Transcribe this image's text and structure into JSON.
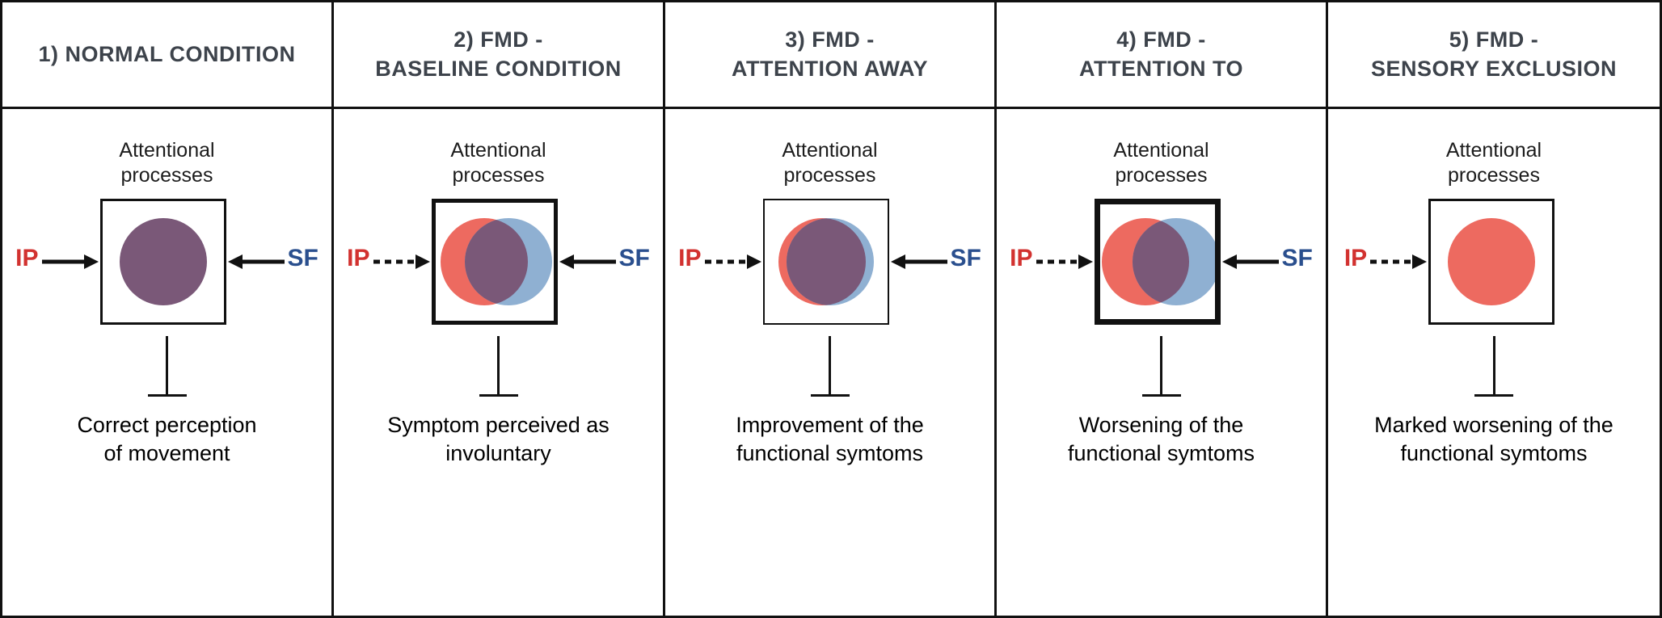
{
  "figure": {
    "colors": {
      "red_circle": "#ed6a60",
      "blue_circle": "#8fb0d2",
      "overlap_purple": "#7a5878",
      "ip_color": "#d23230",
      "sf_color": "#2a4f8e"
    },
    "panels": [
      {
        "number": "1",
        "title1": "1) NORMAL CONDITION",
        "title2": "",
        "attentional_label": "Attentional processes",
        "ip_label": "IP",
        "sf_label": "SF",
        "ip_arrow": "solid",
        "sf_arrow": "solid",
        "circle_state": "full overlap (single purple circle)",
        "outcome1": "Correct perception",
        "outcome2": "of movement"
      },
      {
        "number": "2",
        "title1": "2) FMD -",
        "title2": "BASELINE CONDITION",
        "attentional_label": "Attentional processes",
        "ip_label": "IP",
        "sf_label": "SF",
        "ip_arrow": "dashed",
        "sf_arrow": "solid",
        "circle_state": "partial overlap of red and blue circles",
        "outcome1": "Symptom perceived as",
        "outcome2": "involuntary"
      },
      {
        "number": "3",
        "title1": "3) FMD -",
        "title2": "ATTENTION AWAY",
        "attentional_label": "Attentional processes",
        "ip_label": "IP",
        "sf_label": "SF",
        "ip_arrow": "dashed",
        "sf_arrow": "solid",
        "circle_state": "near-full overlap of red and blue circles",
        "outcome1": "Improvement of the",
        "outcome2": "functional symtoms"
      },
      {
        "number": "4",
        "title1": "4) FMD -",
        "title2": "ATTENTION TO",
        "attentional_label": "Attentional processes",
        "ip_label": "IP",
        "sf_label": "SF",
        "ip_arrow": "dashed",
        "sf_arrow": "solid",
        "circle_state": "reduced overlap of red and blue circles",
        "outcome1": "Worsening of the",
        "outcome2": "functional symtoms"
      },
      {
        "number": "5",
        "title1": "5) FMD -",
        "title2": "SENSORY EXCLUSION",
        "attentional_label": "Attentional processes",
        "ip_label": "IP",
        "sf_label": "",
        "ip_arrow": "dashed",
        "sf_arrow": "none",
        "circle_state": "red circle only (no sensory feedback)",
        "outcome1": "Marked worsening of the",
        "outcome2": "functional symtoms"
      }
    ]
  }
}
